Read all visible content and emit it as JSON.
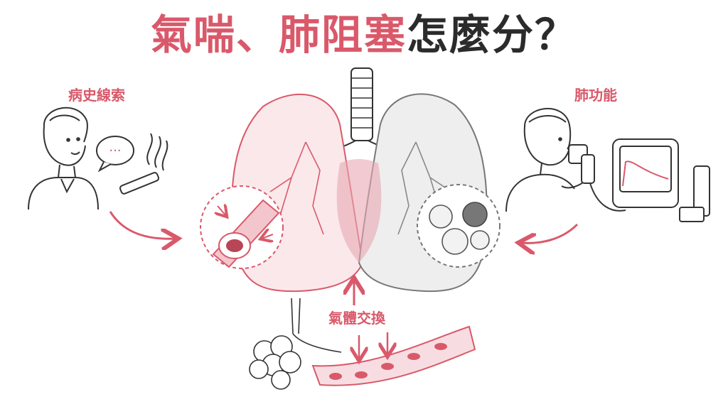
{
  "title": {
    "accent": "氣喘、肺阻塞",
    "rest": "怎麼分？"
  },
  "labels": {
    "history": "病史線索",
    "lung_function": "肺功能",
    "gas_exchange": "氣體交換"
  },
  "speech_bubble": "···",
  "colors": {
    "accent": "#d9596a",
    "line": "#333333",
    "grey": "#d8d8d8",
    "pink_fill": "#f7dde1"
  }
}
